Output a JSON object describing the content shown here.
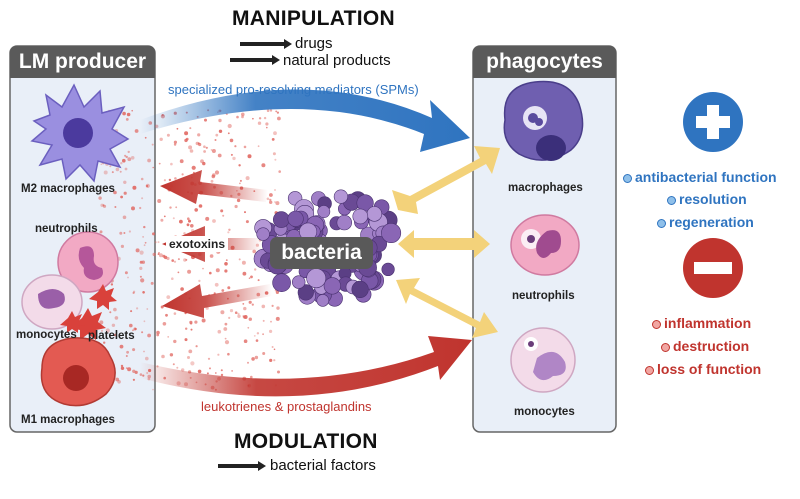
{
  "manipulation": {
    "title": "MANIPULATION",
    "items": [
      "drugs",
      "natural products"
    ]
  },
  "modulation": {
    "title": "MODULATION",
    "items": [
      "bacterial factors"
    ]
  },
  "left_panel": {
    "title": "LM producer",
    "cells": [
      "M2 macrophages",
      "neutrophils",
      "monocytes",
      "platelets",
      "M1 macrophages"
    ]
  },
  "right_panel": {
    "title": "phagocytes",
    "cells": [
      "macrophages",
      "neutrophils",
      "monocytes"
    ]
  },
  "center": {
    "label": "bacteria",
    "exotoxins": "exotoxins"
  },
  "arrows": {
    "top": "specialized pro-resolving mediators (SPMs)",
    "bottom": "leukotrienes & prostaglandins"
  },
  "plus_effects": [
    "antibacterial function",
    "resolution",
    "regeneration"
  ],
  "minus_effects": [
    "inflammation",
    "destruction",
    "loss of function"
  ],
  "colors": {
    "blue": "#2f74c0",
    "red": "#c0342e",
    "panel": "#5a5a5a",
    "yellow": "#f3d27a"
  }
}
